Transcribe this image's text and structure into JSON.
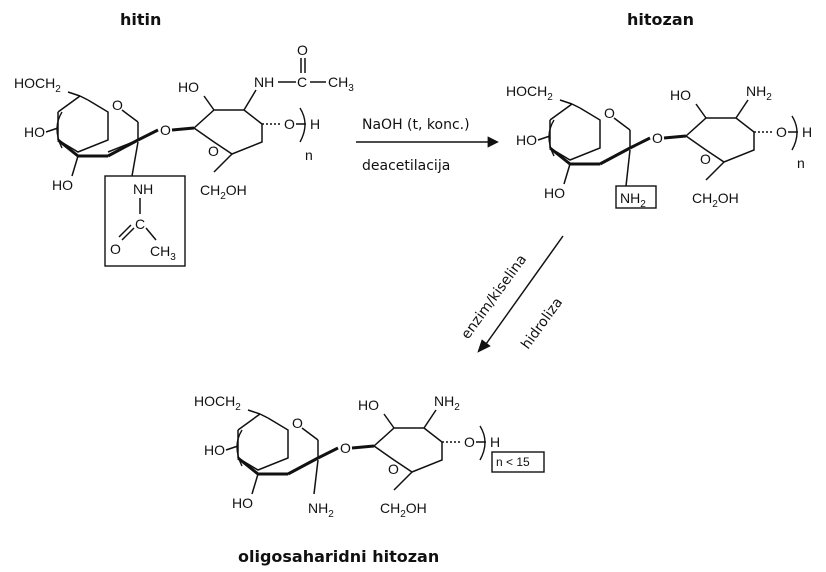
{
  "titles": {
    "chitin": "hitin",
    "chitosan": "hitozan",
    "oligo": "oligosaharidni hitozan"
  },
  "reaction1": {
    "reagent": "NaOH (t, konc.)",
    "process": "deacetilacija"
  },
  "reaction2": {
    "reagent": "enzim/kiselina",
    "process": "hidroliza"
  },
  "labels": {
    "HOCH": "HOCH",
    "sub2": "2",
    "HO": "HO",
    "O": "O",
    "H": "H",
    "n": "n",
    "NH": "NH",
    "NH_dash": "NH",
    "C": "C",
    "CH": "CH",
    "sub3": "3",
    "CH2OH_main": "CH",
    "OH": "OH",
    "n_lt": "n < 15"
  }
}
